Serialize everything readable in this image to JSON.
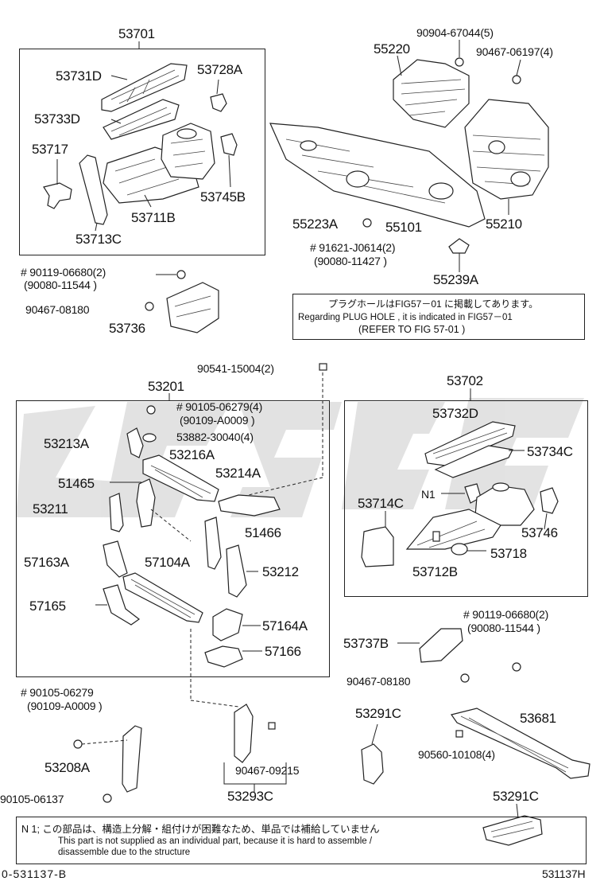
{
  "page": {
    "code_left": "0-531137-B",
    "code_right": "531137H"
  },
  "groups": {
    "g53701": "53701",
    "g53702": "53702",
    "g53201": "53201"
  },
  "labels": {
    "p53731D": "53731D",
    "p53728A": "53728A",
    "p53733D": "53733D",
    "p53717": "53717",
    "p53711B": "53711B",
    "p53745B": "53745B",
    "p53713C": "53713C",
    "p55220": "55220",
    "p90904": "90904-67044(5)",
    "p90467_06197": "90467-06197(4)",
    "p55223A": "55223A",
    "p55101": "55101",
    "p55210": "55210",
    "p91621": "# 91621-J0614(2)",
    "p90080_11427": "(90080-11427   )",
    "p55239A": "55239A",
    "p90119a": "# 90119-06680(2)",
    "p90080_11544a": "(90080-11544    )",
    "p90467_08180a": "90467-08180",
    "p53736": "53736",
    "p90541": "90541-15004(2)",
    "p90105a": "# 90105-06279(4)",
    "p90109a": "(90109-A0009   )",
    "p53213A": "53213A",
    "p53882": "53882-30040(4)",
    "p53216A": "53216A",
    "p53214A": "53214A",
    "p51465": "51465",
    "p53211": "53211",
    "p51466": "51466",
    "p57163A": "57163A",
    "p57104A": "57104A",
    "p53212": "53212",
    "p57165": "57165",
    "p57164A": "57164A",
    "p57166": "57166",
    "p53732D": "53732D",
    "p53734C": "53734C",
    "pN1": "N1",
    "p53714C": "53714C",
    "p53746": "53746",
    "p53718": "53718",
    "p53712B": "53712B",
    "p90119b": "# 90119-06680(2)",
    "p90080_11544b": "(90080-11544    )",
    "p53737B": "53737B",
    "p90467_08180b": "90467-08180",
    "p90105b": "# 90105-06279",
    "p90109b": "(90109-A0009   )",
    "p53291C_a": "53291C",
    "p53681": "53681",
    "p90560": "90560-10108(4)",
    "p53208A": "53208A",
    "p90467_09215": "90467-09215",
    "p90105_06137": "90105-06137",
    "p53293C": "53293C",
    "p53291C_b": "53291C"
  },
  "plug_note": {
    "line1": "プラグホールはFIG57－01 に掲載してあります。",
    "line2": "Regarding  PLUG  HOLE , it is indicated in FIG57－01",
    "line3": "(REFER TO FIG  57-01  )"
  },
  "footnote": {
    "line1": "N 1;  この部品は、構造上分解・組付けが困難なため、単品では補給していません",
    "line2": "This part is not supplied as an individual part, because it is hard to assemble  /",
    "line3": "disassemble due to the structure"
  }
}
